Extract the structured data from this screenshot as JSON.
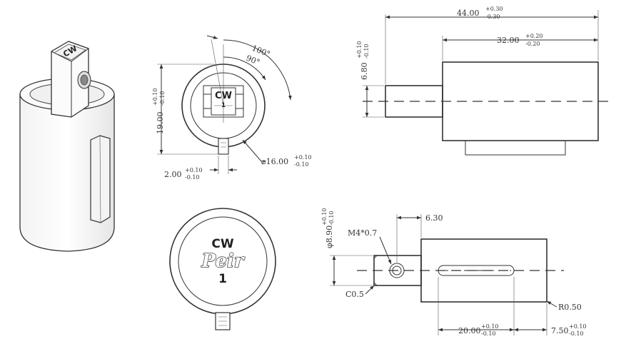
{
  "views": {
    "front": {
      "height_dim": {
        "value": "19.00",
        "tol_plus": "+0.10",
        "tol_minus": "-0.10"
      },
      "slot_dim": {
        "value": "2.00",
        "tol_plus": "+0.10",
        "tol_minus": "-0.10"
      },
      "diameter_dim": {
        "value": "⌀16.00",
        "tol_plus": "+0.10",
        "tol_minus": "-0.10"
      },
      "angle_outer": "100°",
      "angle_inner": "90°",
      "marking": "CW",
      "marking_sub": "1"
    },
    "top": {
      "overall_length": {
        "value": "44.00",
        "tol_plus": "+0.30",
        "tol_minus": "-0.30"
      },
      "body_length": {
        "value": "32.00",
        "tol_plus": "+0.20",
        "tol_minus": "-0.20"
      },
      "shaft_height": {
        "value": "6.80",
        "tol_plus": "+0.10",
        "tol_minus": "-0.10"
      }
    },
    "face": {
      "marking": "CW",
      "brand": "Peir",
      "number": "1"
    },
    "side": {
      "diameter": {
        "value": "φ8.90",
        "tol_plus": "+0.10",
        "tol_minus": "-0.10"
      },
      "offset": "6.30",
      "thread": "M4*0.7",
      "chamfer": "C0.5",
      "radius": "R0.50",
      "slot_length": {
        "value": "20.00",
        "tol_plus": "+0.10",
        "tol_minus": "-0.10"
      },
      "slot_offset": {
        "value": "7.50",
        "tol_plus": "+0.10",
        "tol_minus": "-0.10"
      }
    },
    "iso": {
      "marking": "CW"
    }
  }
}
